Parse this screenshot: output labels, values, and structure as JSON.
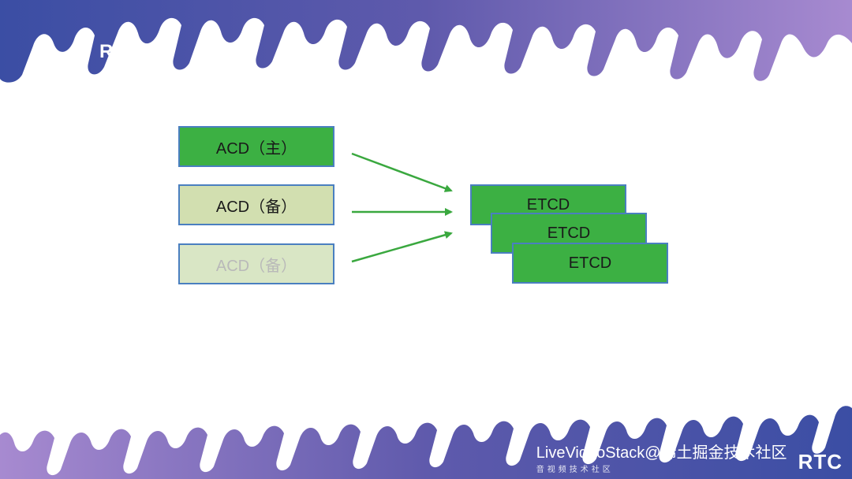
{
  "slide": {
    "title": "Raft"
  },
  "colors": {
    "wave_start": "#3b4ea4",
    "wave_mid": "#6f5fb0",
    "wave_end": "#a78ad0",
    "box_green": "#3cb043",
    "box_pale": "#d2dfb0",
    "box_border": "#4a7fc0",
    "arrow": "#3aa83f"
  },
  "diagram": {
    "acd_nodes": [
      {
        "label": "ACD（主）",
        "state": "primary"
      },
      {
        "label": "ACD（备）",
        "state": "standby"
      },
      {
        "label": "ACD（备）",
        "state": "standby-dimmed"
      }
    ],
    "etcd_nodes": [
      {
        "label": "ETCD"
      },
      {
        "label": "ETCD"
      },
      {
        "label": "ETCD"
      }
    ]
  },
  "watermark": {
    "main": "LiveVideoStack@稀土掘金技术社区",
    "sub": "音视频技术社区",
    "logo": "RTC"
  }
}
